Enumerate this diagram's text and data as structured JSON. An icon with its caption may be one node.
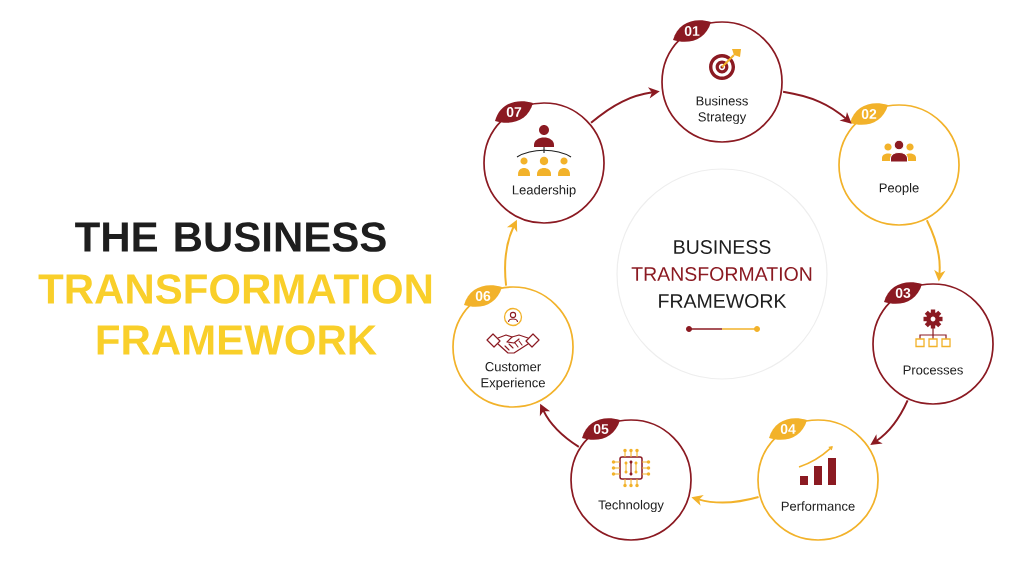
{
  "diagram": {
    "nodes": [
      {
        "text": [
          "01",
          "Business Strategy"
        ]
      },
      {
        "text": [
          "02",
          "People"
        ]
      },
      {
        "text": [
          "03",
          "Processes"
        ]
      },
      {
        "text": [
          "04",
          "Performance"
        ]
      },
      {
        "text": [
          "05",
          "Technology"
        ]
      },
      {
        "text": [
          "06",
          "Customer Experience"
        ]
      },
      {
        "text": [
          "07",
          "Leadership"
        ]
      },
      {
        "text": [
          "BUSINESS",
          "TRANSFORMATION",
          "FRAMEWORK"
        ]
      }
    ],
    "edges": [
      {
        "from": 0,
        "to": 1,
        "arrow": "to"
      },
      {
        "from": 1,
        "to": 2,
        "arrow": "to",
        "color": "#f2b22a"
      },
      {
        "from": 2,
        "to": 3,
        "arrow": "to"
      },
      {
        "from": 3,
        "to": 4,
        "arrow": "to",
        "color": "#f2b22a"
      },
      {
        "from": 4,
        "to": 5,
        "arrow": "to"
      },
      {
        "from": 5,
        "to": 6,
        "arrow": "to",
        "color": "#f2b22a"
      },
      {
        "from": 6,
        "to": 0,
        "arrow": "to"
      }
    ],
    "labels": [
      "THE BUSINESS",
      "TRANSFORMATION FRAMEWORK"
    ]
  }
}
